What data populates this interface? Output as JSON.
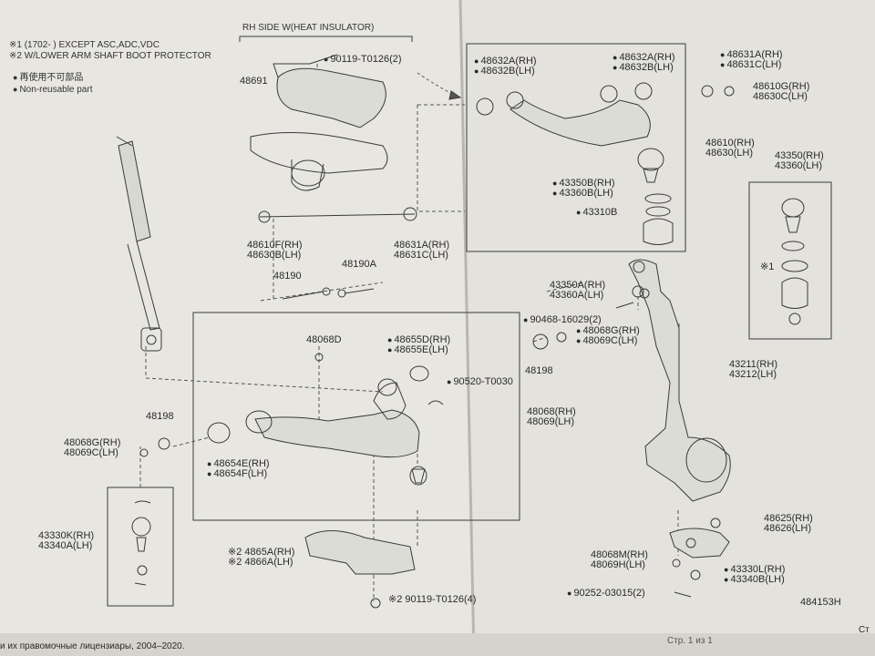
{
  "header": {
    "note1": "※1 (1702-     ) EXCEPT ASC,ADC,VDC",
    "note2": "※2 W/LOWER ARM SHAFT BOOT PROTECTOR",
    "legend_jp": "再使用不可部品",
    "legend_en": "Non-reusable part",
    "rh_side": "RH SIDE W(HEAT INSULATOR)"
  },
  "parts": {
    "p48691": "48691",
    "p90119_2": "90119-T0126(2)",
    "p48632A_top": "48632A(RH)",
    "p48632B_top": "48632B(LH)",
    "p48632A_mid": "48632A(RH)",
    "p48632B_mid": "48632B(LH)",
    "p48631A_top": "48631A(RH)",
    "p48631C_top": "48631C(LH)",
    "p48610G": "48610G(RH)",
    "p48630C": "48630C(LH)",
    "p48610": "48610(RH)",
    "p48630": "48630(LH)",
    "p43350B": "43350B(RH)",
    "p43360B": "43360B(LH)",
    "p43310B": "43310B",
    "p43350_box": "43350(RH)",
    "p43360_box": "43360(LH)",
    "p_x1": "※1",
    "p48610F": "48610F(RH)",
    "p48630B": "48630B(LH)",
    "p48631A_bot": "48631A(RH)",
    "p48631C_bot": "48631C(LH)",
    "p48190": "48190",
    "p48190A": "48190A",
    "p43350A": "43350A(RH)",
    "p43360A": "43360A(LH)",
    "p90468": "90468-16029(2)",
    "p48068G_r": "48068G(RH)",
    "p48069C_r": "48069C(LH)",
    "p48198_r": "48198",
    "p43211": "43211(RH)",
    "p43212": "43212(LH)",
    "p48068D": "48068D",
    "p48655D": "48655D(RH)",
    "p48655E": "48655E(LH)",
    "p90520": "90520-T0030",
    "p48068": "48068(RH)",
    "p48069": "48069(LH)",
    "p48198_l": "48198",
    "p48068G_l": "48068G(RH)",
    "p48069C_l": "48069C(LH)",
    "p48654E": "48654E(RH)",
    "p48654F": "48654F(LH)",
    "p43330K": "43330K(RH)",
    "p43340A": "43340A(LH)",
    "p4865A": "※2 4865A(RH)",
    "p4866A": "※2 4866A(LH)",
    "p90119_4": "※2 90119-T0126(4)",
    "p48625": "48625(RH)",
    "p48626": "48626(LH)",
    "p48068M": "48068M(RH)",
    "p48069H": "48069H(LH)",
    "p43330L": "43330L(RH)",
    "p43340B": "43340B(LH)",
    "p90252": "90252-03015(2)",
    "p484153H": "484153H"
  },
  "footer": {
    "copyright": "и их правомочные лицензиары, 2004–2020.",
    "page": "Стр. 1 из 1",
    "edge": "Ст"
  }
}
